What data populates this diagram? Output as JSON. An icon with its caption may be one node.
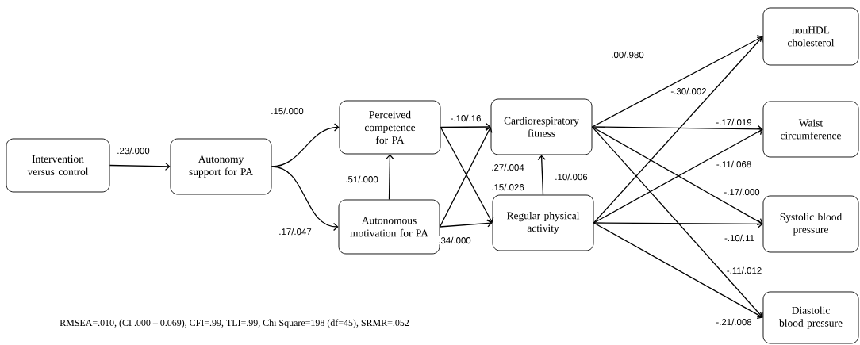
{
  "diagram": {
    "nodes": [
      {
        "text": [
          "Intervention versus control"
        ]
      },
      {
        "text": [
          "Autonomy support for PA"
        ]
      },
      {
        "text": [
          "Perceived competence for PA"
        ]
      },
      {
        "text": [
          "Autonomous motivation for PA"
        ]
      },
      {
        "text": [
          "Cardiorespiratory fitness"
        ]
      },
      {
        "text": [
          "Regular physical activity"
        ]
      },
      {
        "text": [
          "nonHDL cholesterol"
        ]
      },
      {
        "text": [
          "Waist circumference"
        ]
      },
      {
        "text": [
          "Systolic blood pressure"
        ]
      },
      {
        "text": [
          "Diastolic blood pressure"
        ]
      }
    ],
    "edges": [
      {
        "from": 0,
        "to": 1,
        "arrow": "to",
        "label": ".23/.000"
      },
      {
        "from": 1,
        "to": 2,
        "arrow": "to",
        "label": ".15/.000"
      },
      {
        "from": 1,
        "to": 3,
        "arrow": "to",
        "label": ".17/.047"
      },
      {
        "from": 3,
        "to": 2,
        "arrow": "to",
        "label": ".51/.000"
      },
      {
        "from": 2,
        "to": 4,
        "arrow": "to",
        "label": "-.10/.16"
      },
      {
        "from": 2,
        "to": 5,
        "arrow": "to",
        "label": ".15/.026"
      },
      {
        "from": 3,
        "to": 4,
        "arrow": "to",
        "label": ".27/.004"
      },
      {
        "from": 3,
        "to": 5,
        "arrow": "to",
        "label": ".34/.000"
      },
      {
        "from": 5,
        "to": 4,
        "arrow": "to",
        "label": ".10/.006"
      },
      {
        "from": 4,
        "to": 6,
        "arrow": "to",
        "label": ".00/.980"
      },
      {
        "from": 5,
        "to": 6,
        "arrow": "to",
        "label": "-.30/.002"
      },
      {
        "from": 4,
        "to": 7,
        "arrow": "to",
        "label": "-.17/.019"
      },
      {
        "from": 5,
        "to": 7,
        "arrow": "to",
        "label": "-.11/.068"
      },
      {
        "from": 4,
        "to": 8,
        "arrow": "to",
        "label": "-.17/.000"
      },
      {
        "from": 5,
        "to": 8,
        "arrow": "to",
        "label": "-.10/.11"
      },
      {
        "from": 4,
        "to": 9,
        "arrow": "to",
        "label": "-.11/.012"
      },
      {
        "from": 5,
        "to": 9,
        "arrow": "to",
        "label": "-.21/.008"
      }
    ],
    "labels": [
      "RMSEA=.010, (CI .000 – 0.069), CFI=.99, TLI=.99, Chi Square=198 (df=45), SRMR=.052"
    ]
  }
}
